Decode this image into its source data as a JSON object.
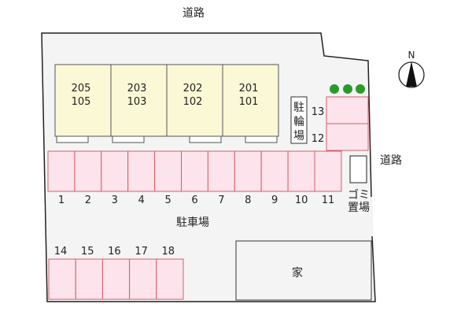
{
  "road_top": "道路",
  "road_right": "道路",
  "compass": "N",
  "units": [
    {
      "upper": "205",
      "lower": "105"
    },
    {
      "upper": "203",
      "lower": "103"
    },
    {
      "upper": "202",
      "lower": "102"
    },
    {
      "upper": "201",
      "lower": "101"
    }
  ],
  "bicycle_parking": [
    "駐",
    "輪",
    "場"
  ],
  "parking_label": "駐車場",
  "row_a_spaces": [
    "1",
    "2",
    "3",
    "4",
    "5",
    "6",
    "7",
    "8",
    "9",
    "10",
    "11"
  ],
  "side_spaces": [
    "13",
    "12"
  ],
  "row_b_spaces": [
    "14",
    "15",
    "16",
    "17",
    "18"
  ],
  "garbage": [
    "ゴミ",
    "置場"
  ],
  "house": "家",
  "colors": {
    "parking": "#fde3ec",
    "parking_border": "#d0606a",
    "building": "#fbf8d5",
    "lot": "#f4f4f4",
    "tree": "#2a9a2a"
  }
}
